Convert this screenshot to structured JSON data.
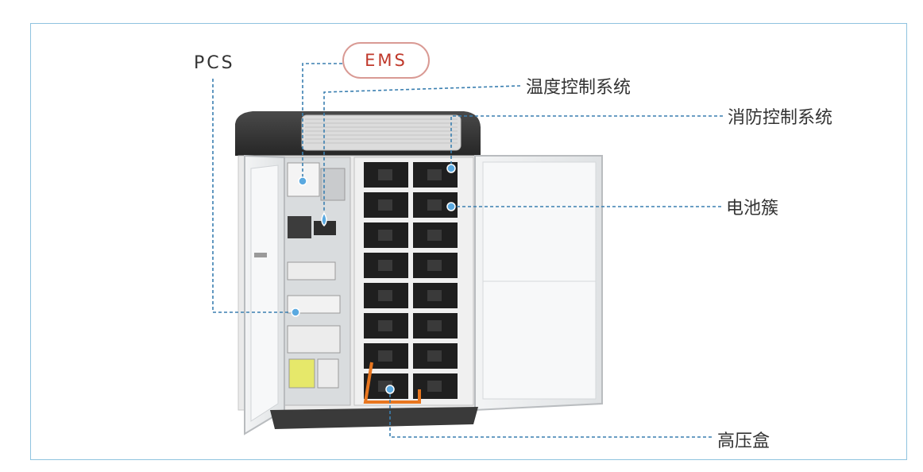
{
  "labels": {
    "pcs": "PCS",
    "ems": "EMS",
    "temp_control": "温度控制系统",
    "fire_control": "消防控制系统",
    "battery_cluster": "电池簇",
    "hv_box": "高压盒"
  },
  "colors": {
    "frame": "#8fc3df",
    "leader_line": "#3a7fb0",
    "marker": "#5aa9e0",
    "ems_border": "#d99a94",
    "ems_text": "#c0392b",
    "cabinet_top": "#3a3a3a",
    "module_dark": "#1f1f1f",
    "door_frame": "#e4e6e8"
  },
  "icons": [
    "water-drop-icon"
  ]
}
